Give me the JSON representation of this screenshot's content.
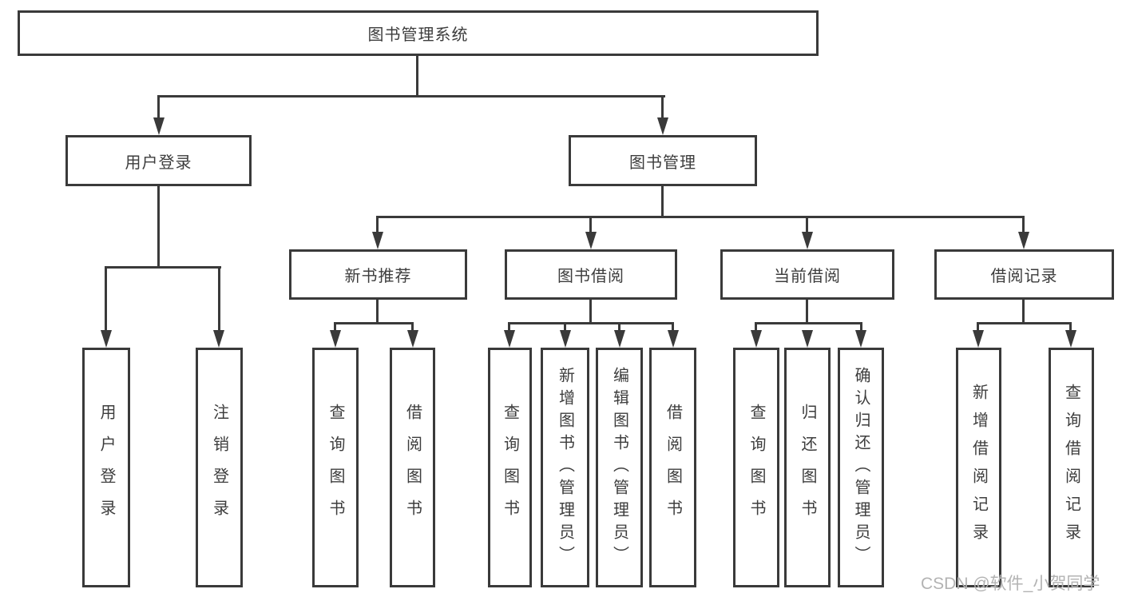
{
  "tree": {
    "root": "图书管理系统",
    "level2": [
      "用户登录",
      "图书管理"
    ],
    "level3": [
      "新书推荐",
      "图书借阅",
      "当前借阅",
      "借阅记录"
    ],
    "leaves": {
      "user_login": [
        "用户登录",
        "注销登录"
      ],
      "new_book_recommend": [
        "查询图书",
        "借阅图书"
      ],
      "book_borrow": [
        "查询图书",
        "新增图书（管理员）",
        "编辑图书（管理员）",
        "借阅图书"
      ],
      "current_borrow": [
        "查询图书",
        "归还图书",
        "确认归还（管理员）"
      ],
      "borrow_records": [
        "新增借阅记录",
        "查询借阅记录"
      ]
    }
  },
  "watermark": "CSDN @软件_小贺同学",
  "colors": {
    "line": "#3a3a3a",
    "text": "#3d3d3d",
    "watermark": "#b3b3b3",
    "background": "#ffffff"
  }
}
